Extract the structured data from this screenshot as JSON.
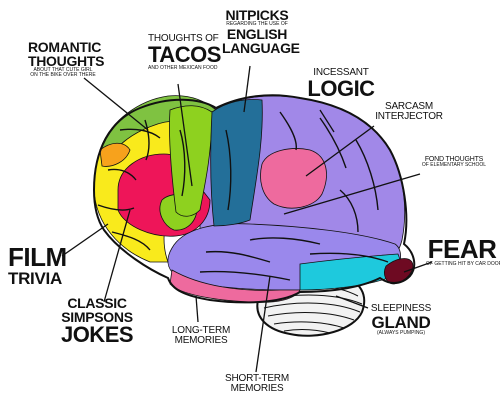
{
  "labels": {
    "romantic": {
      "line1": "ROMANTIC",
      "line2": "THOUGHTS",
      "sub1": "ABOUT THAT CUTE GIRL",
      "sub2": "ON THE BIKE OVER THERE"
    },
    "tacos": {
      "line1": "THOUGHTS OF",
      "line2": "TACOS",
      "sub": "AND OTHER MEXICAN FOOD"
    },
    "nitpicks": {
      "line1": "NITPICKS",
      "sub": "REGARDING THE USE OF",
      "line2": "ENGLISH",
      "line3": "LANGUAGE"
    },
    "logic": {
      "line1": "INCESSANT",
      "line2": "LOGIC"
    },
    "sarcasm": {
      "line1": "SARCASM",
      "line2": "INTERJECTOR"
    },
    "fond": {
      "line1": "FOND THOUGHTS",
      "line2": "OF ELEMENTARY SCHOOL"
    },
    "film": {
      "line1": "FILM",
      "line2": "TRIVIA"
    },
    "simpsons": {
      "line1": "CLASSIC",
      "line2": "SIMPSONS",
      "line3": "JOKES"
    },
    "fear": {
      "line1": "FEAR",
      "sub": "OF GETTING HIT BY CAR DOORS"
    },
    "longterm": {
      "line1": "LONG-TERM",
      "line2": "MEMORIES"
    },
    "shortterm": {
      "line1": "SHORT-TERM",
      "line2": "MEMORIES"
    },
    "sleepiness": {
      "line1": "SLEEPINESS",
      "line2": "GLAND",
      "sub": "(ALWAYS PUMPING)"
    }
  },
  "colors": {
    "yellow": "#f9ea1c",
    "green": "#7fc241",
    "lime": "#8ed11f",
    "red": "#ee1559",
    "orange": "#f7a21c",
    "blue": "#236f99",
    "lavender": "#a188e8",
    "purple": "#9a88ec",
    "pink": "#ee6a9e",
    "cyan": "#1ec9dd",
    "darkred": "#6e0a22",
    "cerebellum": "#f2f2f2",
    "outline": "#111111"
  }
}
